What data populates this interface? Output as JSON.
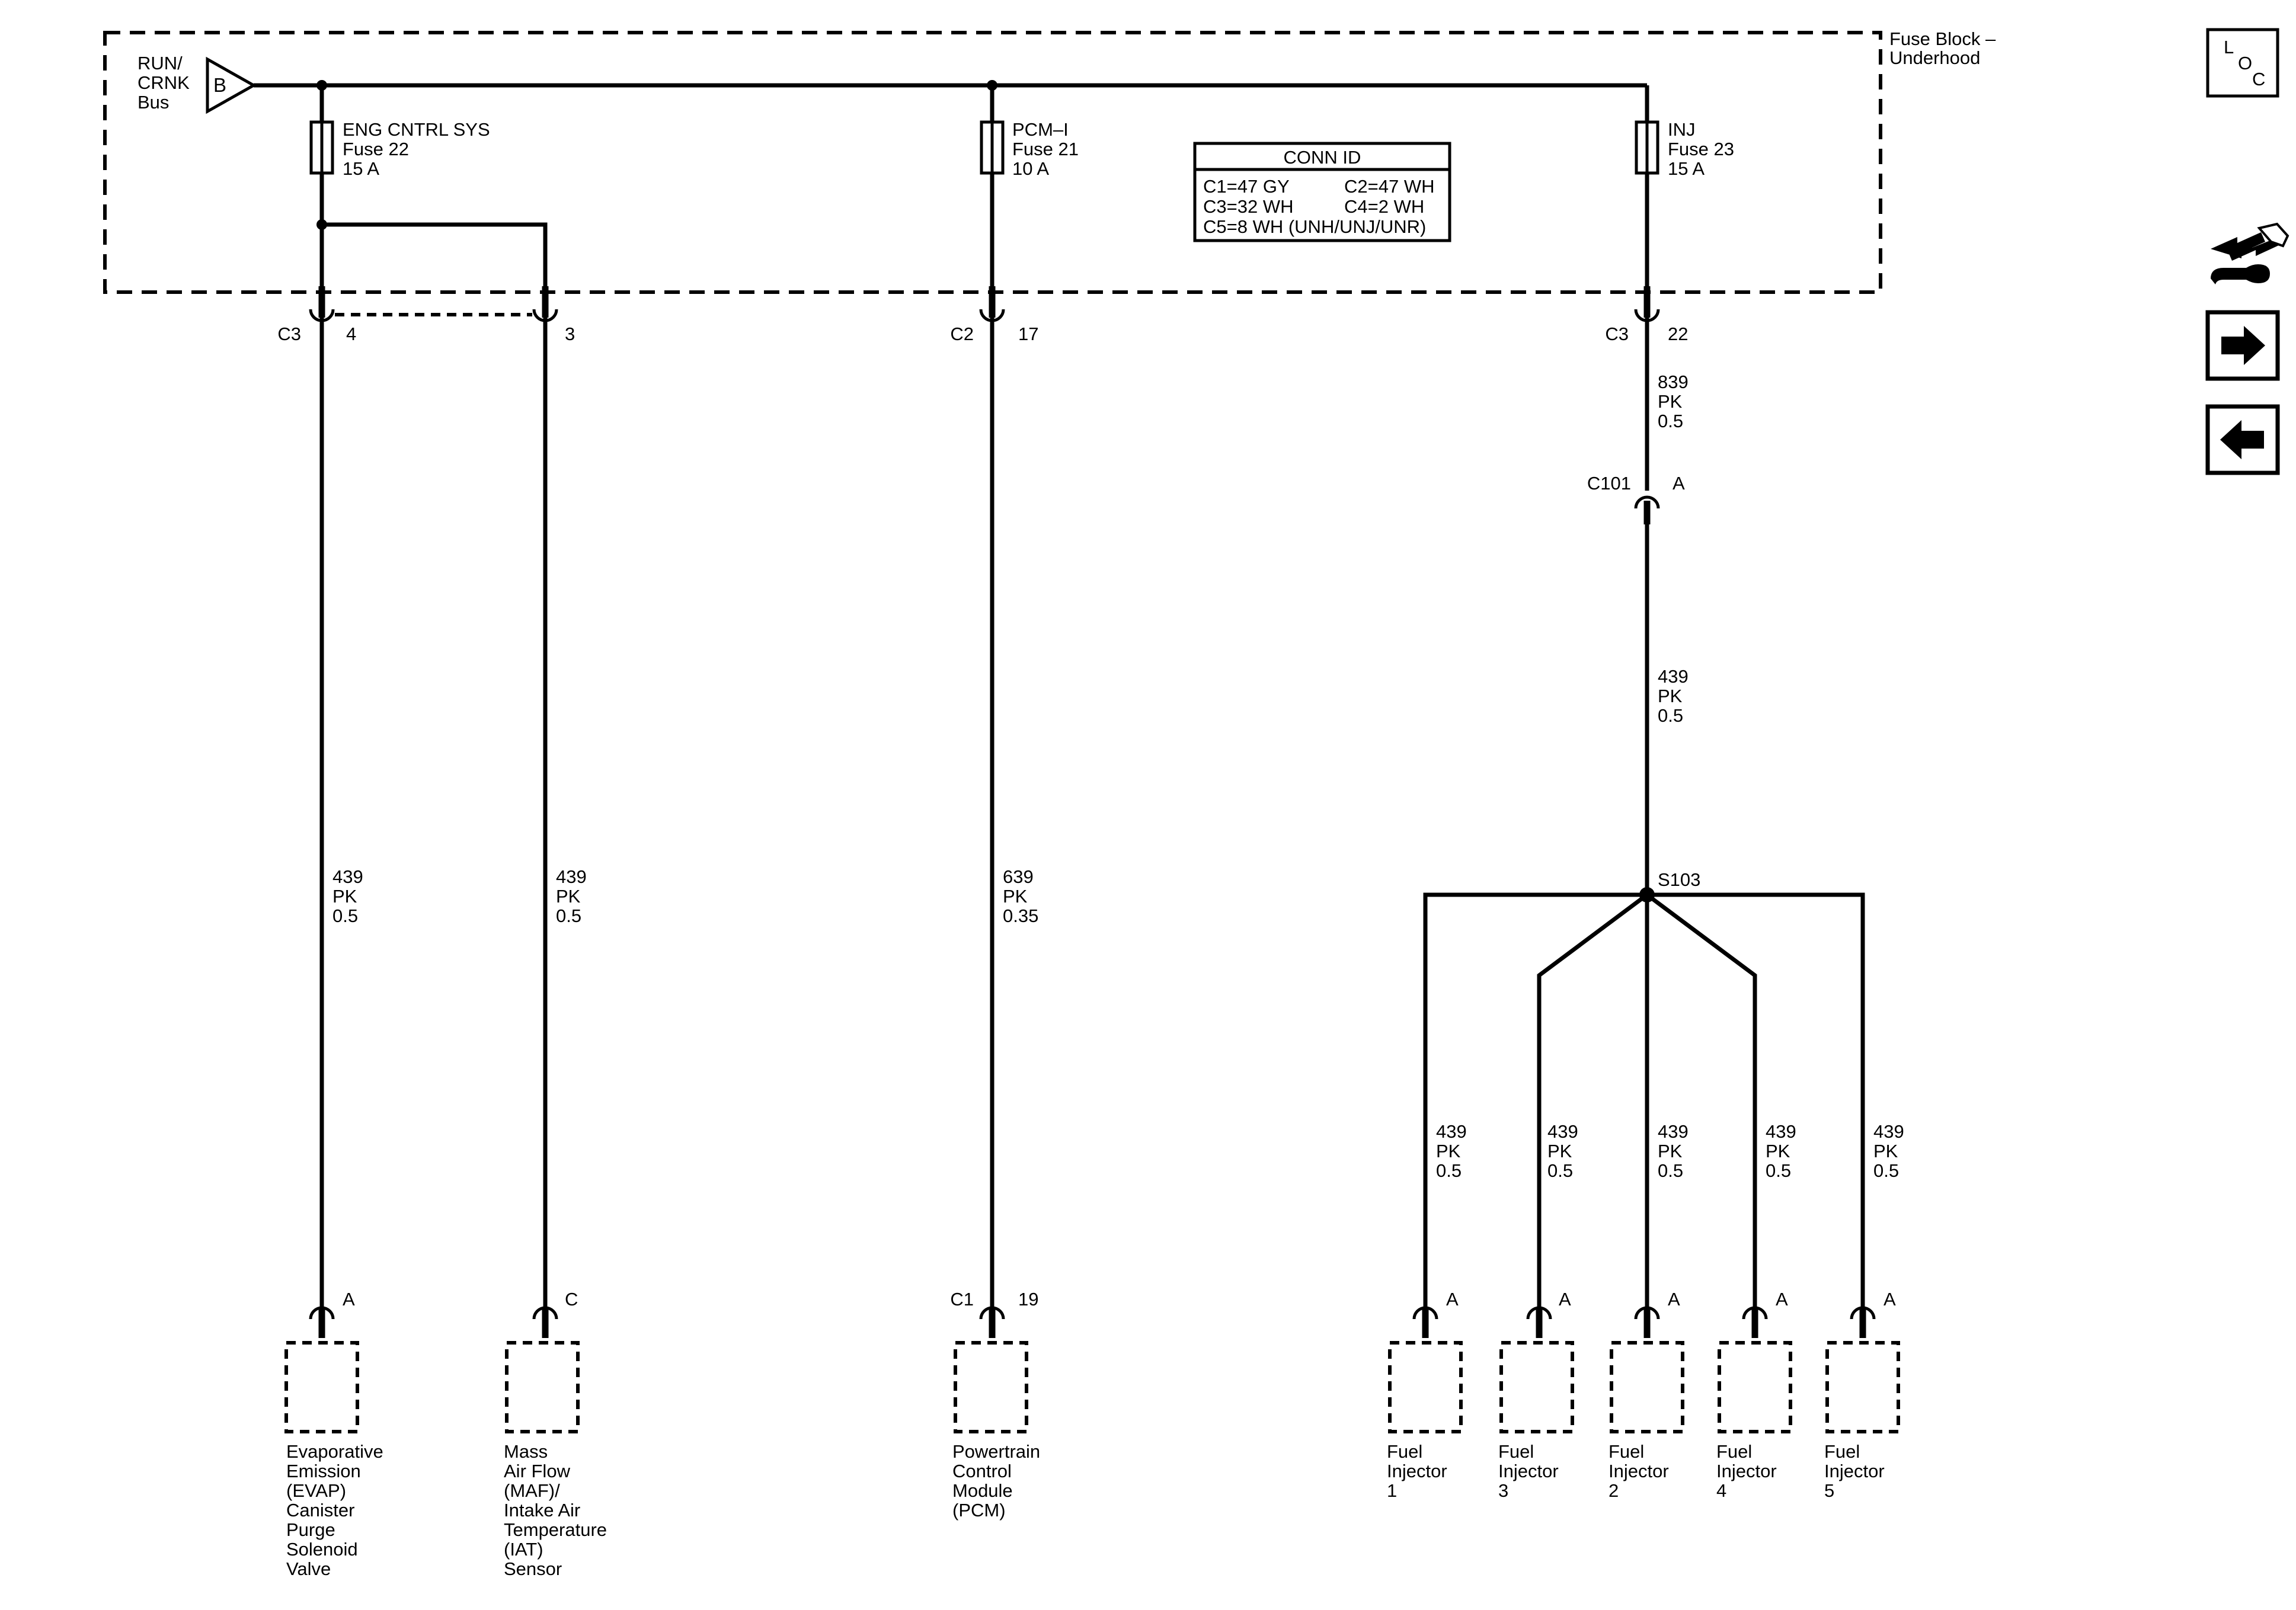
{
  "fuse_block": {
    "name_line1": "Fuse Block –",
    "name_line2": "Underhood",
    "bus": {
      "line1": "RUN/",
      "line2": "CRNK",
      "line3": "Bus",
      "terminal": "B"
    }
  },
  "fuses": [
    {
      "name": "ENG CNTRL SYS",
      "number": "Fuse 22",
      "rating": "15 A"
    },
    {
      "name": "PCM–I",
      "number": "Fuse 21",
      "rating": "10 A"
    },
    {
      "name": "INJ",
      "number": "Fuse 23",
      "rating": "15 A"
    }
  ],
  "conn_id": {
    "title": "CONN ID",
    "rows": [
      [
        "C1=47 GY",
        "C2=47 WH"
      ],
      [
        "C3=32 WH",
        "C4=2 WH"
      ],
      [
        "C5=8 WH (UNH/UNJ/UNR)"
      ]
    ]
  },
  "fuse_connectors": [
    {
      "connector": "C3",
      "pin": "4"
    },
    {
      "connector": "",
      "pin": "3"
    },
    {
      "connector": "C2",
      "pin": "17"
    },
    {
      "connector": "C3",
      "pin": "22"
    }
  ],
  "inline_connector": {
    "name": "C101",
    "pin": "A"
  },
  "splice": {
    "name": "S103"
  },
  "wires": {
    "evap": {
      "circuit": "439",
      "color": "PK",
      "size": "0.5"
    },
    "maf": {
      "circuit": "439",
      "color": "PK",
      "size": "0.5"
    },
    "pcm": {
      "circuit": "639",
      "color": "PK",
      "size": "0.35"
    },
    "inj_feed_upper": {
      "circuit": "839",
      "color": "PK",
      "size": "0.5"
    },
    "inj_feed_lower": {
      "circuit": "439",
      "color": "PK",
      "size": "0.5"
    },
    "injector_branches": [
      {
        "circuit": "439",
        "color": "PK",
        "size": "0.5"
      },
      {
        "circuit": "439",
        "color": "PK",
        "size": "0.5"
      },
      {
        "circuit": "439",
        "color": "PK",
        "size": "0.5"
      },
      {
        "circuit": "439",
        "color": "PK",
        "size": "0.5"
      },
      {
        "circuit": "439",
        "color": "PK",
        "size": "0.5"
      }
    ]
  },
  "components": [
    {
      "connector": "",
      "pin": "A",
      "label_lines": [
        "Evaporative",
        "Emission",
        "(EVAP)",
        "Canister",
        "Purge",
        "Solenoid",
        "Valve"
      ]
    },
    {
      "connector": "",
      "pin": "C",
      "label_lines": [
        "Mass",
        "Air Flow",
        "(MAF)/",
        "Intake Air",
        "Temperature",
        "(IAT)",
        "Sensor"
      ]
    },
    {
      "connector": "C1",
      "pin": "19",
      "label_lines": [
        "Powertrain",
        "Control",
        "Module",
        "(PCM)"
      ]
    },
    {
      "connector": "",
      "pin": "A",
      "label_lines": [
        "Fuel",
        "Injector",
        "1"
      ]
    },
    {
      "connector": "",
      "pin": "A",
      "label_lines": [
        "Fuel",
        "Injector",
        "3"
      ]
    },
    {
      "connector": "",
      "pin": "A",
      "label_lines": [
        "Fuel",
        "Injector",
        "2"
      ]
    },
    {
      "connector": "",
      "pin": "A",
      "label_lines": [
        "Fuel",
        "Injector",
        "4"
      ]
    },
    {
      "connector": "",
      "pin": "A",
      "label_lines": [
        "Fuel",
        "Injector",
        "5"
      ]
    }
  ],
  "nav": {
    "loc": {
      "l": "L",
      "o": "O",
      "c": "C"
    },
    "icons": [
      "connector-tool-icon",
      "arrow-right-icon",
      "arrow-left-icon"
    ]
  }
}
